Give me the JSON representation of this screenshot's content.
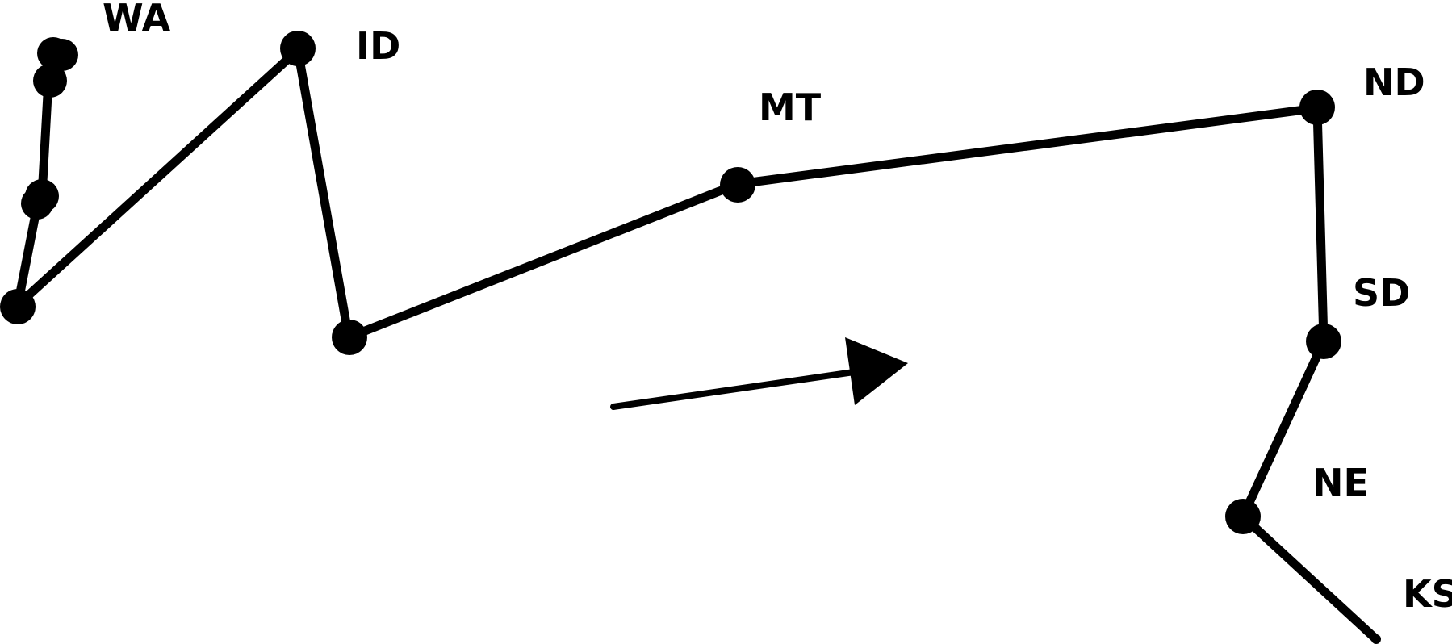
{
  "route": {
    "labels": {
      "wa": "WA",
      "id": "ID",
      "mt": "MT",
      "nd": "ND",
      "sd": "SD",
      "ne": "NE",
      "ks": "KS"
    }
  },
  "colors": {
    "line": "#000000",
    "background": "#ffffff"
  }
}
